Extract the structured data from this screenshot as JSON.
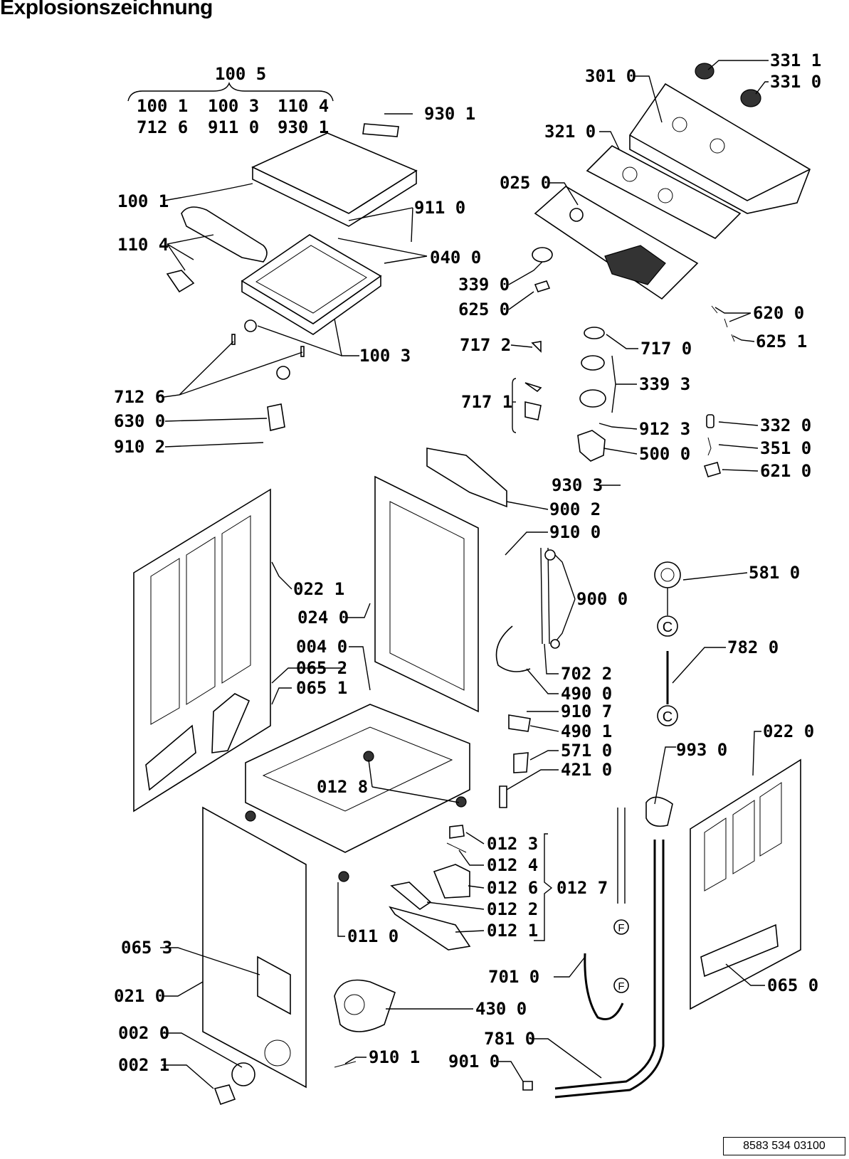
{
  "title": "Explosionszeichnung",
  "document_number": "8583 534 03100",
  "group_header": {
    "main": "100 5",
    "row1": [
      "100 1",
      "100 3",
      "110 4"
    ],
    "row2": [
      "712 6",
      "911 0",
      "930 1"
    ]
  },
  "labels": {
    "p9301a": "930 1",
    "p1001": "100 1",
    "p9110": "911 0",
    "p1104": "110 4",
    "p0400": "040 0",
    "p1003": "100 3",
    "p7126": "712 6",
    "p6300": "630 0",
    "p9102": "910 2",
    "p3011": "331 1",
    "p3310": "331 0",
    "p3010": "301 0",
    "p3210": "321 0",
    "p0250": "025 0",
    "p3390": "339 0",
    "p6250": "625 0",
    "p6200": "620 0",
    "p6251": "625 1",
    "p7172": "717 2",
    "p7170": "717 0",
    "p3393": "339 3",
    "p7171": "717 1",
    "p9123": "912 3",
    "p5000": "500 0",
    "p3320": "332 0",
    "p3510": "351 0",
    "p6210": "621 0",
    "p9303": "930 3",
    "p9002": "900 2",
    "p9100": "910 0",
    "p0221": "022 1",
    "p0240": "024 0",
    "p9000": "900 0",
    "p5810": "581 0",
    "p0040": "004 0",
    "p0652": "065 2",
    "p0651": "065 1",
    "p7820": "782 0",
    "p7022": "702 2",
    "p4900": "490 0",
    "p9107": "910 7",
    "p4901": "490 1",
    "p5710": "571 0",
    "p4210": "421 0",
    "p9930": "993 0",
    "p0220": "022 0",
    "p0128": "012 8",
    "p0123": "012 3",
    "p0124": "012 4",
    "p0126": "012 6",
    "p0127": "012 7",
    "p0122": "012 2",
    "p0121": "012 1",
    "p0110": "011 0",
    "p0653": "065 3",
    "p7010": "701 0",
    "p0650": "065 0",
    "p0210": "021 0",
    "p4300": "430 0",
    "p0020": "002 0",
    "p9101": "910 1",
    "p7810": "781 0",
    "p0021": "002 1",
    "p9010": "901 0"
  },
  "connectors": {
    "c": "C",
    "f": "F"
  }
}
